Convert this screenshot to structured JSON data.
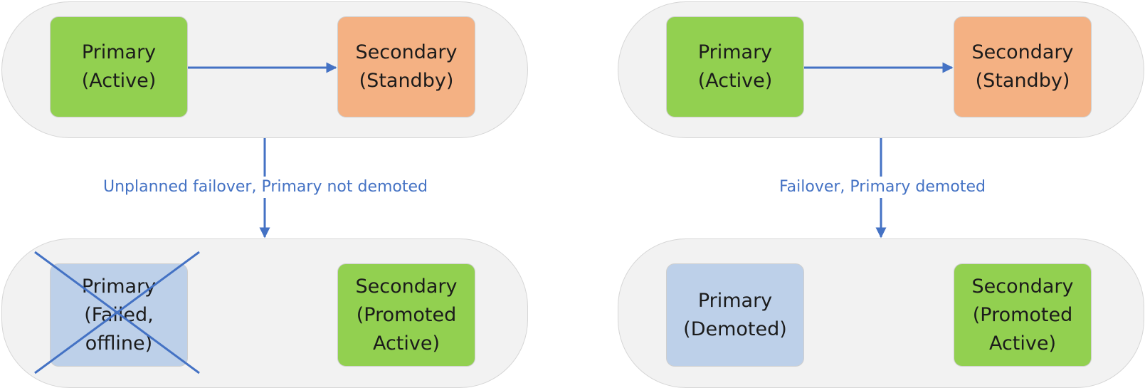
{
  "colors": {
    "active": "#92d050",
    "standby": "#f4b183",
    "offline": "#bdd0e9",
    "arrow": "#4472c4",
    "container": "#f2f2f2"
  },
  "left": {
    "top": {
      "primary": {
        "line1": "Primary",
        "line2": "(Active)"
      },
      "secondary": {
        "line1": "Secondary",
        "line2": "(Standby)"
      }
    },
    "transition_label": "Unplanned failover, Primary not demoted",
    "bottom": {
      "primary": {
        "line1": "Primary",
        "line2": "(Failed,",
        "line3": "offline)"
      },
      "secondary": {
        "line1": "Secondary",
        "line2": "(Promoted",
        "line3": "Active)"
      }
    }
  },
  "right": {
    "top": {
      "primary": {
        "line1": "Primary",
        "line2": "(Active)"
      },
      "secondary": {
        "line1": "Secondary",
        "line2": "(Standby)"
      }
    },
    "transition_label": "Failover, Primary demoted",
    "bottom": {
      "primary": {
        "line1": "Primary",
        "line2": "(Demoted)"
      },
      "secondary": {
        "line1": "Secondary",
        "line2": "(Promoted",
        "line3": "Active)"
      }
    }
  }
}
